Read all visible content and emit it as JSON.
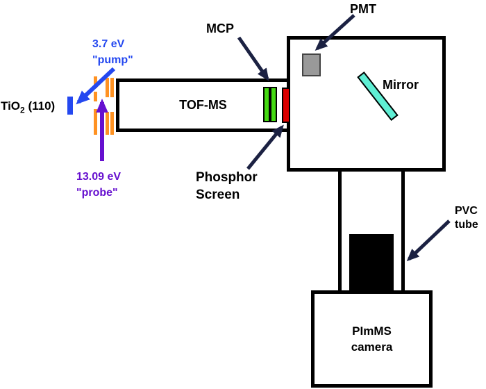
{
  "colors": {
    "arrow_navy": "#1b2142",
    "pump_blue": "#2448f0",
    "probe_purple": "#6610cf",
    "electrode_orange": "#ff9222",
    "mcp_green": "#44d911",
    "phosphor_red": "#dc0000",
    "mirror_cyan": "#5fefd4",
    "pmt_gray": "#999999"
  },
  "labels": {
    "sample_prefix": "TiO",
    "sample_sub": "2",
    "sample_suffix": " (110)",
    "pump_line1": "3.7 eV",
    "pump_line2": "\"pump\"",
    "probe_line1": "13.09 eV",
    "probe_line2": "\"probe\"",
    "tof": "TOF-MS",
    "mcp": "MCP",
    "pmt": "PMT",
    "mirror": "Mirror",
    "phosphor_line1": "Phosphor",
    "phosphor_line2": "Screen",
    "pvc_line1": "PVC",
    "pvc_line2": "tube",
    "camera_line1": "PImMS",
    "camera_line2": "camera"
  }
}
